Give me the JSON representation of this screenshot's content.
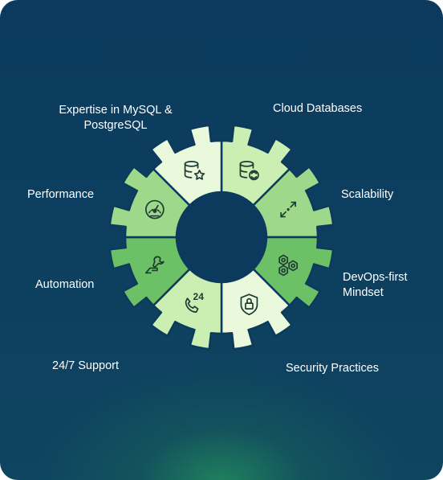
{
  "segments": [
    {
      "key": "cloud-databases",
      "label": "Cloud Databases",
      "icon": "database-sync-icon",
      "color": "#cbeeb3"
    },
    {
      "key": "scalability",
      "label": "Scalability",
      "icon": "arrows-expand-icon",
      "color": "#9ed88a"
    },
    {
      "key": "devops",
      "label": "DevOps-first\nMindset",
      "icon": "hexagon-gears-icon",
      "color": "#6cc166"
    },
    {
      "key": "security",
      "label": "Security Practices",
      "icon": "shield-lock-icon",
      "color": "#eaf9dc"
    },
    {
      "key": "support",
      "label": "24/7 Support",
      "icon": "phone-24-icon",
      "color": "#cbeeb3"
    },
    {
      "key": "automation",
      "label": "Automation",
      "icon": "hand-wrench-icon",
      "color": "#6cc166"
    },
    {
      "key": "performance",
      "label": "Performance",
      "icon": "speedometer-icon",
      "color": "#9ed88a"
    },
    {
      "key": "expertise",
      "label": "Expertise in MySQL &\nPostgreSQL",
      "icon": "database-star-icon",
      "color": "#eaf9dc"
    }
  ],
  "colors": {
    "background_top": "#0b3a5e",
    "background_glow": "#228b5c",
    "hub": "#0c3a5c",
    "icon_stroke": "#1f3b34"
  }
}
